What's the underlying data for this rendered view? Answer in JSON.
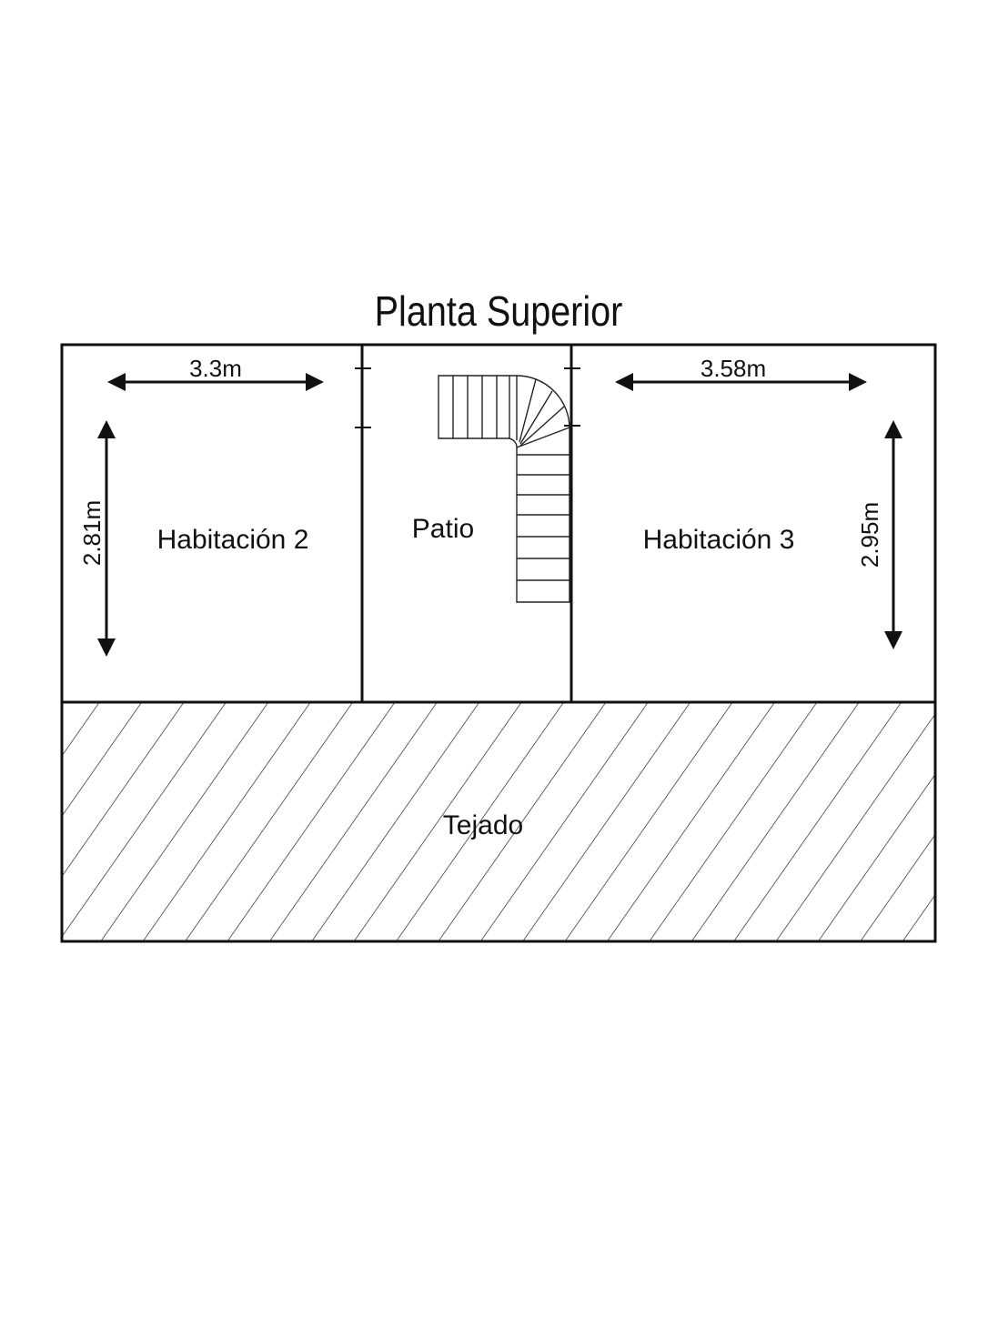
{
  "title": "Planta Superior",
  "rooms": {
    "habitacion_2": {
      "label": "Habitación 2",
      "width": "3.3m",
      "depth": "2.81m"
    },
    "patio": {
      "label": "Patio"
    },
    "habitacion_3": {
      "label": "Habitación 3",
      "width": "3.58m",
      "depth": "2.95m"
    },
    "tejado": {
      "label": "Tejado"
    }
  },
  "colors": {
    "ink": "#111111",
    "background": "#ffffff"
  },
  "icons": {
    "stairs": "spiral-stair-icon",
    "arrows": "double-headed-dimension-arrow"
  }
}
